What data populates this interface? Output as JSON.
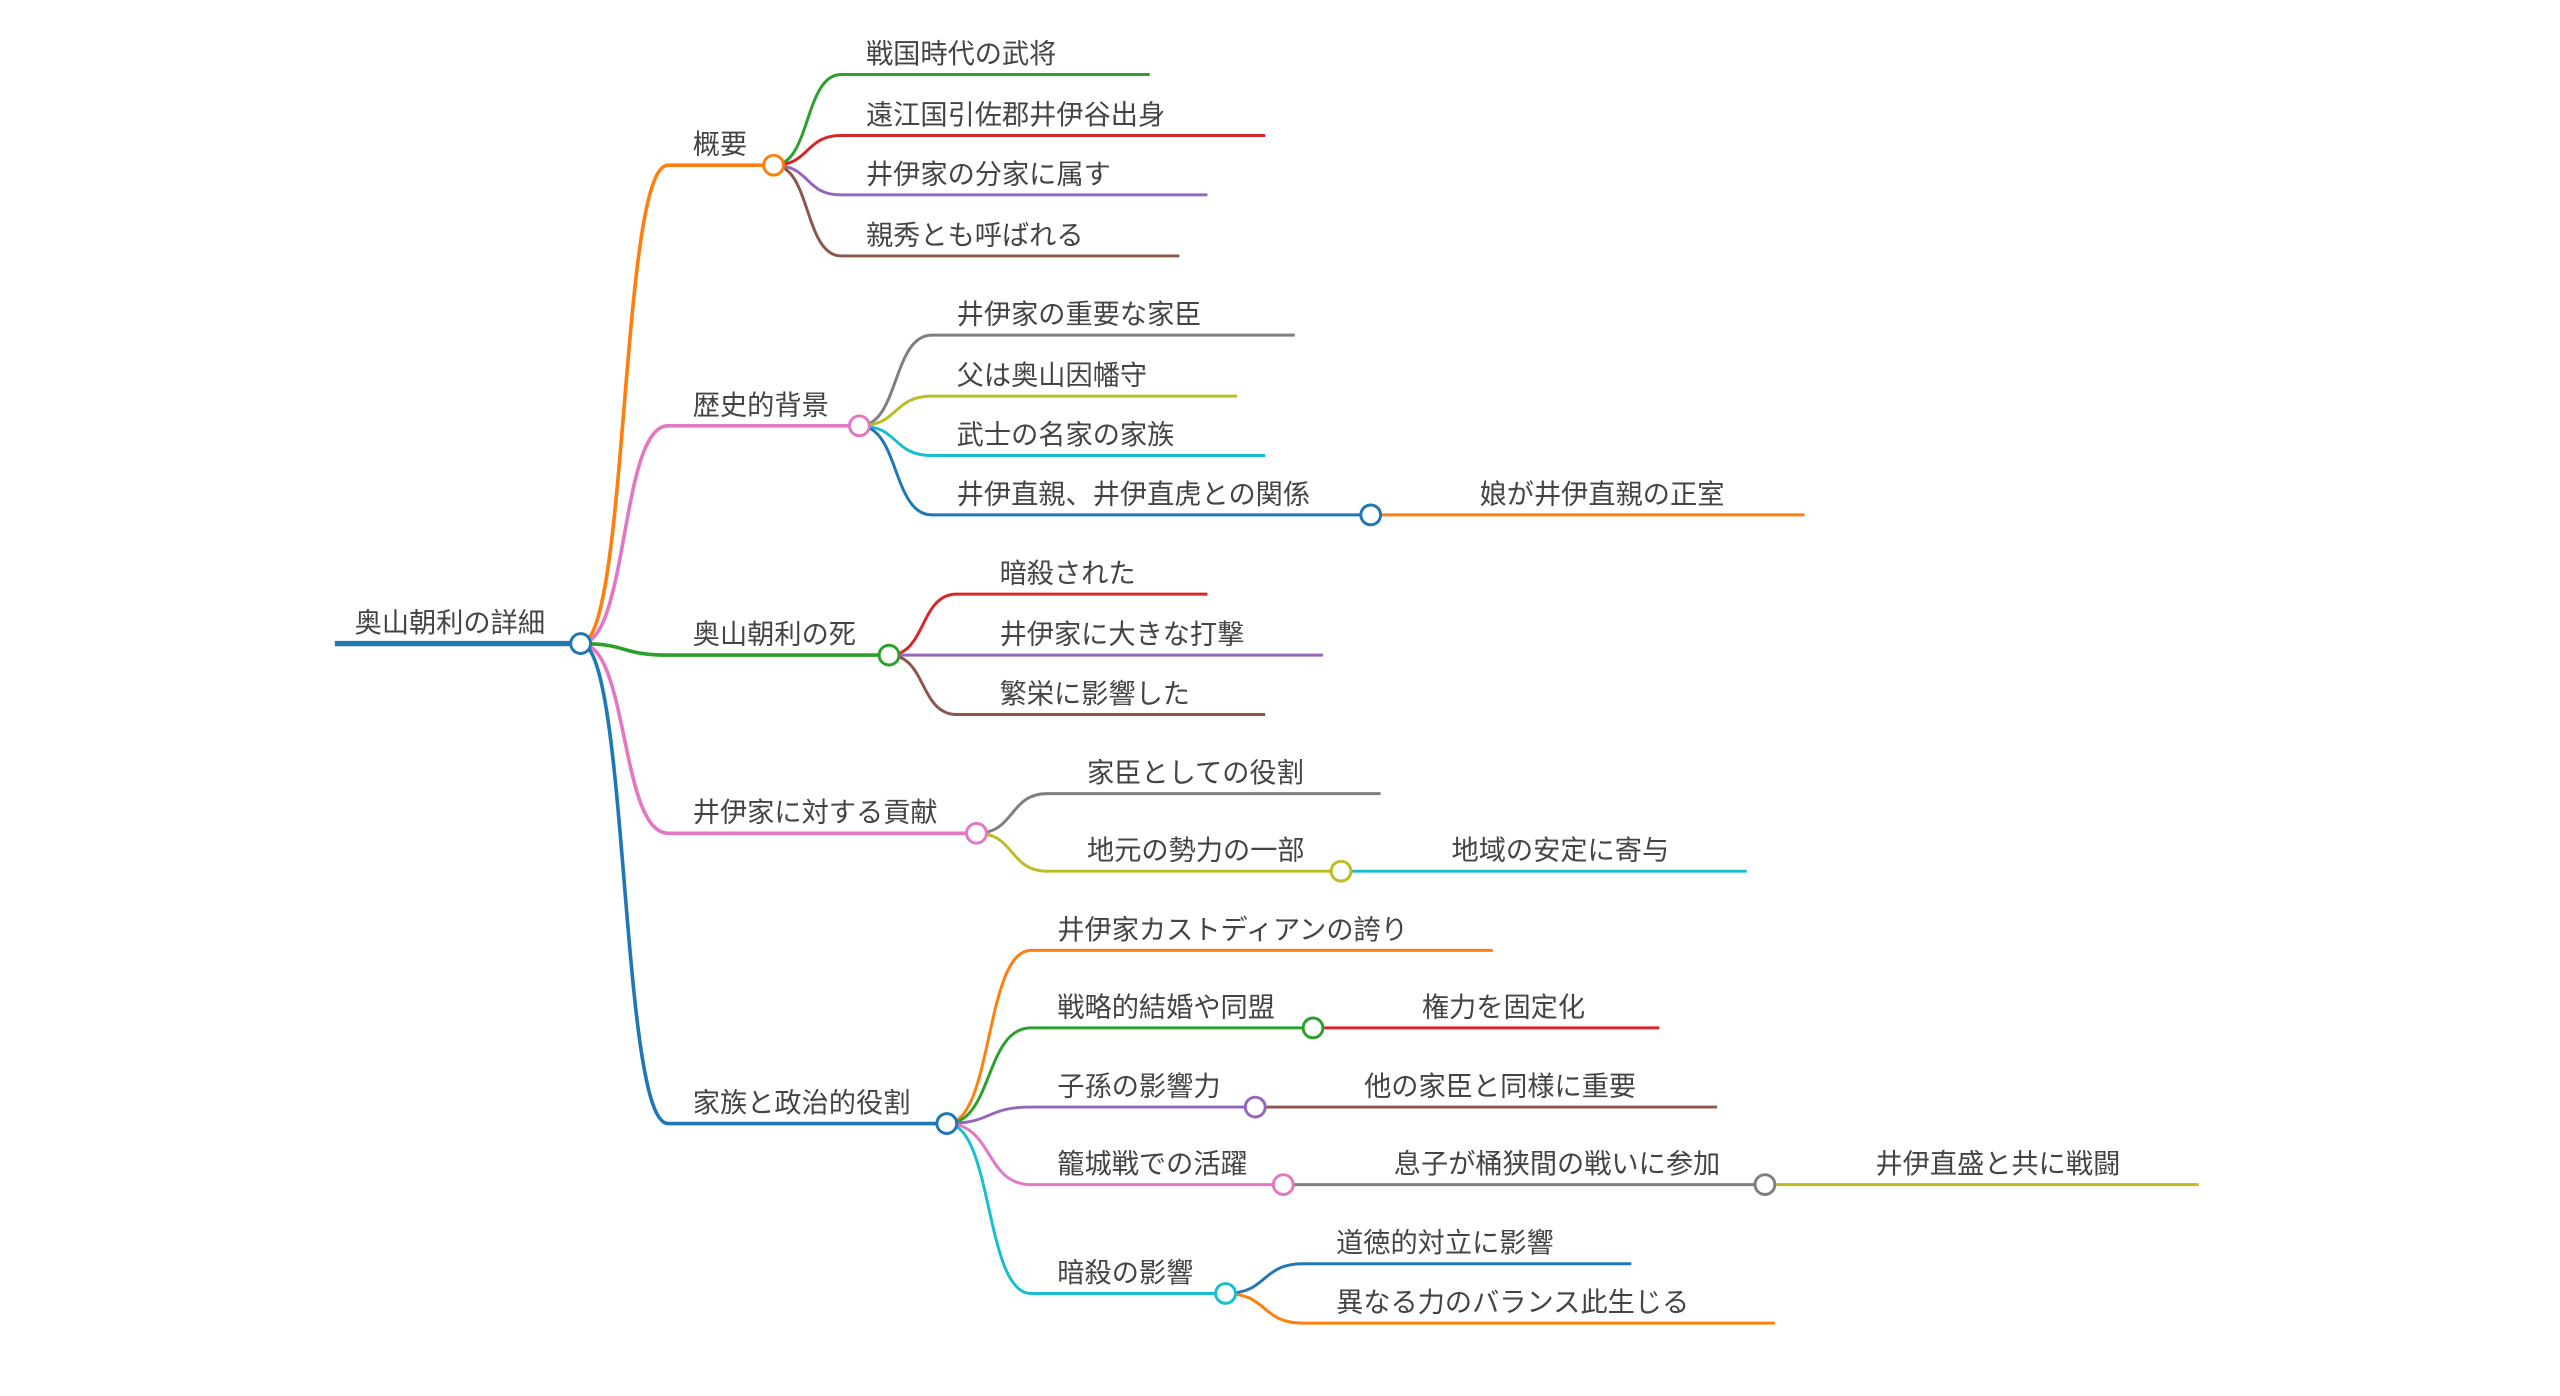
{
  "root": {
    "label": "奥山朝利の詳細",
    "color": "#1f77b4"
  },
  "branches": [
    {
      "label": "概要",
      "color": "#ff7f0e",
      "children": [
        {
          "label": "戦国時代の武将",
          "color": "#2ca02c"
        },
        {
          "label": "遠江国引佐郡井伊谷出身",
          "color": "#d62728"
        },
        {
          "label": "井伊家の分家に属す",
          "color": "#9467bd"
        },
        {
          "label": "親秀とも呼ばれる",
          "color": "#8c564b"
        }
      ]
    },
    {
      "label": "歴史的背景",
      "color": "#e377c2",
      "children": [
        {
          "label": "井伊家の重要な家臣",
          "color": "#7f7f7f"
        },
        {
          "label": "父は奥山因幡守",
          "color": "#bcbd22"
        },
        {
          "label": "武士の名家の家族",
          "color": "#17becf"
        },
        {
          "label": "井伊直親、井伊直虎との関係",
          "color": "#1f77b4",
          "children": [
            {
              "label": "娘が井伊直親の正室",
              "color": "#ff7f0e"
            }
          ]
        }
      ]
    },
    {
      "label": "奥山朝利の死",
      "color": "#2ca02c",
      "children": [
        {
          "label": "暗殺された",
          "color": "#d62728"
        },
        {
          "label": "井伊家に大きな打撃",
          "color": "#9467bd"
        },
        {
          "label": "繁栄に影響した",
          "color": "#8c564b"
        }
      ]
    },
    {
      "label": "井伊家に対する貢献",
      "color": "#e377c2",
      "children": [
        {
          "label": "家臣としての役割",
          "color": "#7f7f7f"
        },
        {
          "label": "地元の勢力の一部",
          "color": "#bcbd22",
          "children": [
            {
              "label": "地域の安定に寄与",
              "color": "#17becf"
            }
          ]
        }
      ]
    },
    {
      "label": "家族と政治的役割",
      "color": "#1f77b4",
      "children": [
        {
          "label": "井伊家カストディアンの誇り",
          "color": "#ff7f0e"
        },
        {
          "label": "戦略的結婚や同盟",
          "color": "#2ca02c",
          "children": [
            {
              "label": "権力を固定化",
              "color": "#d62728"
            }
          ]
        },
        {
          "label": "子孫の影響力",
          "color": "#9467bd",
          "children": [
            {
              "label": "他の家臣と同様に重要",
              "color": "#8c564b"
            }
          ]
        },
        {
          "label": "籠城戦での活躍",
          "color": "#e377c2",
          "children": [
            {
              "label": "息子が桶狭間の戦いに参加",
              "color": "#7f7f7f",
              "children": [
                {
                  "label": "井伊直盛と共に戦闘",
                  "color": "#bcbd22"
                }
              ]
            }
          ]
        },
        {
          "label": "暗殺の影響",
          "color": "#17becf",
          "children": [
            {
              "label": "道徳的対立に影響",
              "color": "#1f77b4"
            },
            {
              "label": "異なる力のバランス此生じる",
              "color": "#ff7f0e"
            }
          ]
        }
      ]
    }
  ]
}
